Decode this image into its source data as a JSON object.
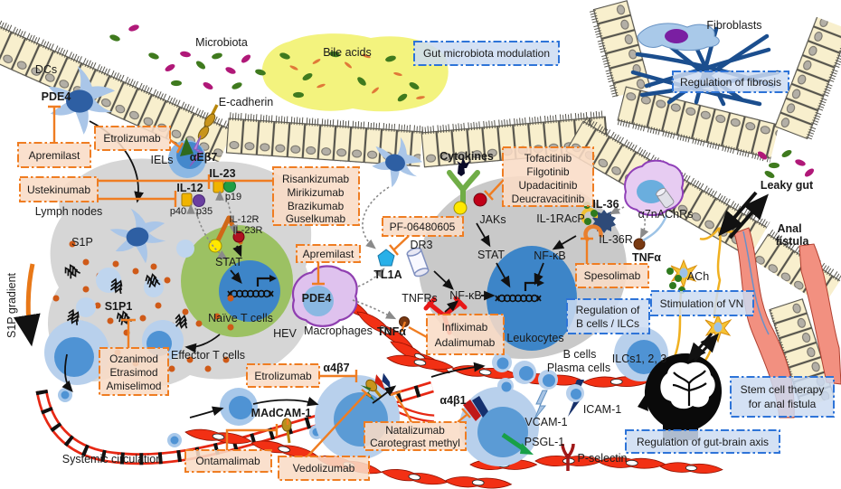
{
  "labels": {
    "dcs": "DCs",
    "pde4_dc": "PDE4",
    "microbiota": "Microbiota",
    "bile_acids": "Bile acids",
    "e_cadherin": "E-cadherin",
    "iels": "IELs",
    "aeb7": "αEβ7",
    "fibroblasts": "Fibroblasts",
    "cytokines": "Cytokines",
    "lymph_nodes": "Lymph nodes",
    "il12": "IL-12",
    "il23": "IL-23",
    "p40": "p40",
    "p35": "p35",
    "p19": "p19",
    "il12r": "IL-12R",
    "il23r": "IL-23R",
    "stat_naive": "STAT",
    "naive_t": "Naïve T cells",
    "effector_t": "Effector T cells",
    "s1p": "S1P",
    "s1p_gradient": "S1P gradient",
    "s1p1": "S1P1",
    "systemic_circulation": "Systemic circulation",
    "dr3": "DR3",
    "tl1a": "TL1A",
    "pde4_mac": "PDE4",
    "macrophages": "Macrophages",
    "tnfrs": "TNFRs",
    "tnfa_left": "TNFα",
    "tnfa_right": "TNFα",
    "jaks": "JAKs",
    "stat_leuk": "STAT",
    "nfkb_top": "NF-κB",
    "nfkb_left": "NF-κB",
    "il1racp": "IL-1RAcP",
    "il36": "IL-36",
    "il36r": "IL-36R",
    "a7nachrs": "α7nAChRs",
    "ach": "ACh",
    "leukocytes": "Leukocytes",
    "b_cells": "B cells",
    "plasma_cells": "Plasma cells",
    "ilcs": "ILCs1, 2, 3",
    "leaky_gut": "Leaky gut",
    "anal_1": "Anal",
    "anal_2": "fistula",
    "hev": "HEV",
    "a4b7": "α4β7",
    "madcam1": "MAdCAM-1",
    "a4b1": "α4β1",
    "vcam1": "VCAM-1",
    "icam1": "ICAM-1",
    "psgl1": "PSGL-1",
    "p_selectin": "P-selectin"
  },
  "drug_boxes": {
    "apremilast_dc": "Apremilast",
    "etrolizumab_iel": "Etrolizumab",
    "ustekinumab": "Ustekinumab",
    "il23_inhibitors": [
      "Risankizumab",
      "Mirikizumab",
      "Brazikumab",
      "Guselkumab"
    ],
    "pf": "PF-06480605",
    "apremilast_mac": "Apremilast",
    "jak_inhibitors": [
      "Tofacitinib",
      "Filgotinib",
      "Upadacitinib",
      "Deucravacitinib"
    ],
    "spesolimab": "Spesolimab",
    "tnf_inhibitors": [
      "Infliximab",
      "Adalimumab"
    ],
    "s1p_modulators": [
      "Ozanimod",
      "Etrasimod",
      "Amiselimod"
    ],
    "etrolizumab_a4b7": "Etrolizumab",
    "natalizumab": [
      "Natalizumab",
      "Carotegrast methyl"
    ],
    "vedolizumab": "Vedolizumab",
    "ontamalimab": "Ontamalimab"
  },
  "concept_boxes": {
    "gut_microbiota": "Gut microbiota modulation",
    "fibrosis": "Regulation of fibrosis",
    "b_ilcs": [
      "Regulation of",
      "B cells / ILCs"
    ],
    "vn": "Stimulation of VN",
    "stem_cell": [
      "Stem cell therapy",
      "for anal fistula"
    ],
    "gut_brain": "Regulation of gut-brain axis"
  },
  "colors": {
    "drug_box_border": "#ef7d22",
    "drug_box_fill": "#f9dcc6",
    "concept_box_border": "#2e74d8",
    "concept_box_fill": "#cddcf2",
    "inhibition_line": "#ef7d22",
    "epithelium": "#f8efcd",
    "bile": "#f3f37e",
    "lymph_node": "#d6d6d6",
    "naive_cell": "#9cc163",
    "macrophage": "#dfc2ee",
    "vessel_red": "#e62814",
    "nerve_yellow": "#f0b020"
  }
}
